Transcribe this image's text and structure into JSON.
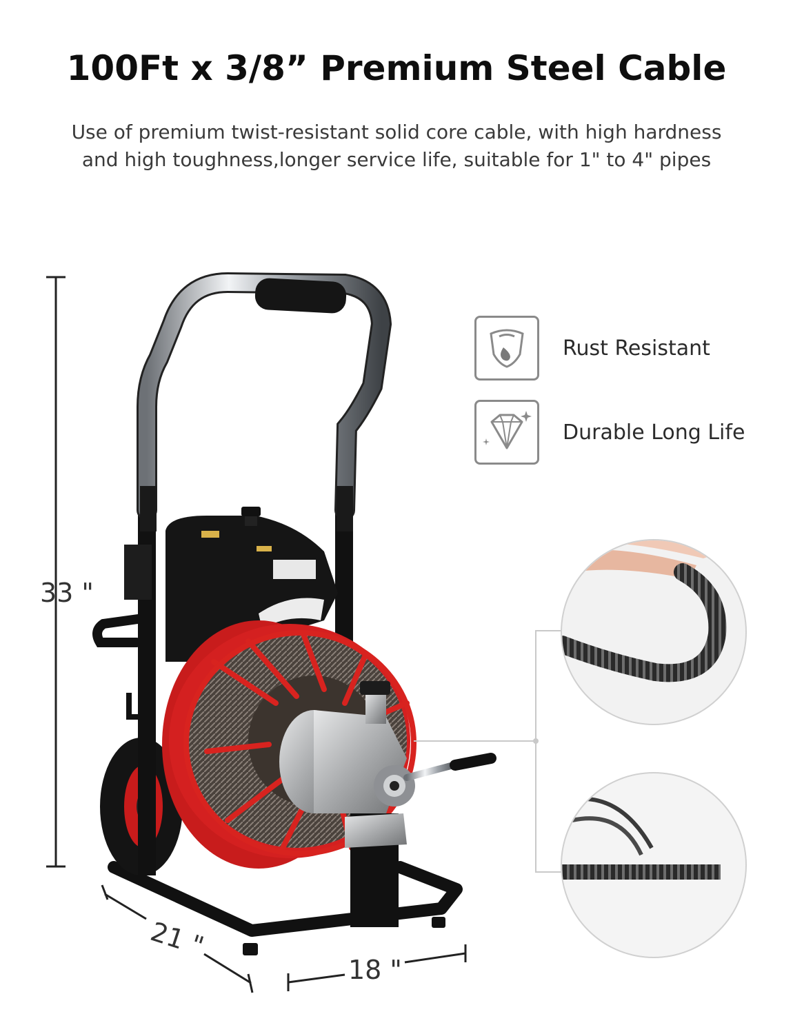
{
  "header": {
    "title": "100Ft x 3/8” Premium Steel Cable",
    "subtitle_line1": "Use of premium twist-resistant solid core cable, with high hardness",
    "subtitle_line2": "and high toughness,longer service life, suitable for 1\" to 4\" pipes"
  },
  "dimensions": {
    "height": "33 \"",
    "depth": "21 \"",
    "width": "18 \""
  },
  "features": [
    {
      "icon": "shield-drop-icon",
      "label": "Rust Resistant"
    },
    {
      "icon": "diamond-icon",
      "label": "Durable Long Life"
    }
  ],
  "colors": {
    "frame": "#111111",
    "drum": "#d21e1e",
    "chrome": "#b8bcc2",
    "cable": "#5a5048"
  }
}
